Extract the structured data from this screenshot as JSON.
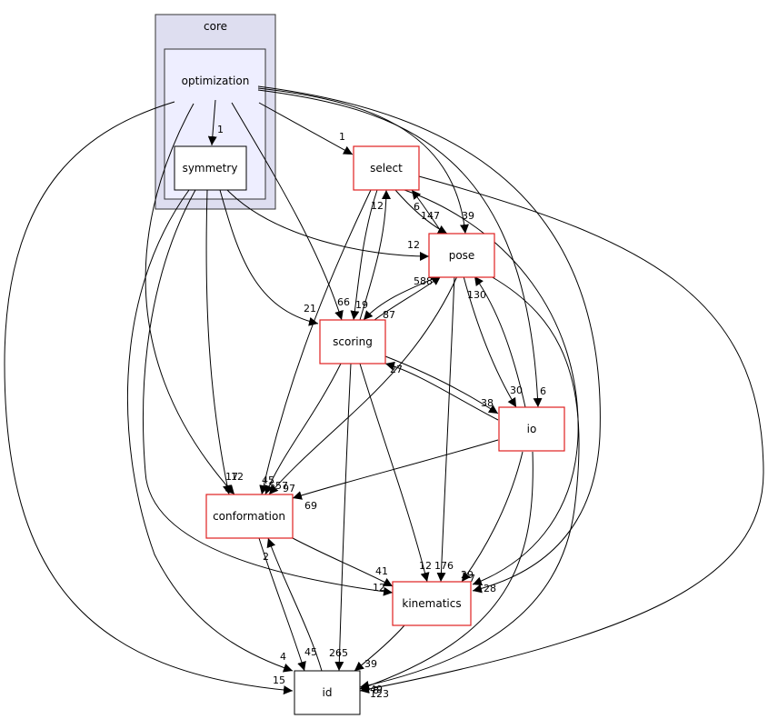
{
  "clusters": {
    "core": {
      "label": "core",
      "fill": "#dedef0",
      "stroke": "#333333"
    },
    "optimization": {
      "label": "optimization",
      "fill": "#eeeeff",
      "stroke": "#333333"
    }
  },
  "nodes": {
    "symmetry": {
      "label": "symmetry",
      "border": "black"
    },
    "select": {
      "label": "select",
      "border": "red"
    },
    "pose": {
      "label": "pose",
      "border": "red"
    },
    "scoring": {
      "label": "scoring",
      "border": "red"
    },
    "io": {
      "label": "io",
      "border": "red"
    },
    "conformation": {
      "label": "conformation",
      "border": "red"
    },
    "kinematics": {
      "label": "kinematics",
      "border": "red"
    },
    "id": {
      "label": "id",
      "border": "black"
    }
  },
  "edges": [
    {
      "id": "opt-symmetry",
      "from": "optimization",
      "to": "symmetry",
      "label": "1"
    },
    {
      "id": "opt-select",
      "from": "optimization",
      "to": "select",
      "label": "1"
    },
    {
      "id": "opt-pose",
      "from": "optimization",
      "to": "pose",
      "label": "39"
    },
    {
      "id": "opt-io",
      "from": "optimization",
      "to": "io",
      "label": "6"
    },
    {
      "id": "opt-scoring",
      "from": "optimization",
      "to": "scoring",
      "label": "66"
    },
    {
      "id": "opt-conformation",
      "from": "optimization",
      "to": "conformation",
      "label": "17"
    },
    {
      "id": "opt-kinematics",
      "from": "optimization",
      "to": "kinematics",
      "label": "28"
    },
    {
      "id": "opt-id",
      "from": "optimization",
      "to": "id",
      "label": "15"
    },
    {
      "id": "sym-pose",
      "from": "symmetry",
      "to": "pose",
      "label": "12"
    },
    {
      "id": "sym-scoring",
      "from": "symmetry",
      "to": "scoring",
      "label": "21"
    },
    {
      "id": "sym-conformation",
      "from": "symmetry",
      "to": "conformation",
      "label": "12"
    },
    {
      "id": "sym-kinematics",
      "from": "symmetry",
      "to": "kinematics",
      "label": "12"
    },
    {
      "id": "sym-id",
      "from": "symmetry",
      "to": "id",
      "label": "4"
    },
    {
      "id": "select-pose",
      "from": "select",
      "to": "pose",
      "label": "147"
    },
    {
      "id": "pose-select",
      "from": "pose",
      "to": "select",
      "label": "6"
    },
    {
      "id": "select-scoring",
      "from": "select",
      "to": "scoring",
      "label": "19"
    },
    {
      "id": "scoring-select",
      "from": "scoring",
      "to": "select",
      "label": "12"
    },
    {
      "id": "select-conformation",
      "from": "select",
      "to": "conformation",
      "label": "45"
    },
    {
      "id": "select-kinematics",
      "from": "select",
      "to": "kinematics",
      "label": "7"
    },
    {
      "id": "select-id",
      "from": "select",
      "to": "id",
      "label": "123"
    },
    {
      "id": "pose-scoring",
      "from": "pose",
      "to": "scoring",
      "label": "87"
    },
    {
      "id": "scoring-pose",
      "from": "scoring",
      "to": "pose",
      "label": "588"
    },
    {
      "id": "pose-io",
      "from": "pose",
      "to": "io",
      "label": "30"
    },
    {
      "id": "io-pose",
      "from": "io",
      "to": "pose",
      "label": "130"
    },
    {
      "id": "pose-conformation",
      "from": "pose",
      "to": "conformation",
      "label": "97"
    },
    {
      "id": "pose-kinematics",
      "from": "pose",
      "to": "kinematics",
      "label": "176"
    },
    {
      "id": "pose-id",
      "from": "pose",
      "to": "id",
      "label": "49"
    },
    {
      "id": "scoring-io",
      "from": "scoring",
      "to": "io",
      "label": "38"
    },
    {
      "id": "io-scoring",
      "from": "io",
      "to": "scoring",
      "label": "27"
    },
    {
      "id": "scoring-conformation",
      "from": "scoring",
      "to": "conformation",
      "label": "557"
    },
    {
      "id": "scoring-kinematics",
      "from": "scoring",
      "to": "kinematics",
      "label": "12"
    },
    {
      "id": "scoring-id",
      "from": "scoring",
      "to": "id",
      "label": "265"
    },
    {
      "id": "io-conformation",
      "from": "io",
      "to": "conformation",
      "label": "69"
    },
    {
      "id": "io-kinematics",
      "from": "io",
      "to": "kinematics",
      "label": "29"
    },
    {
      "id": "io-id",
      "from": "io",
      "to": "id",
      "label": "8"
    },
    {
      "id": "conformation-kinematics",
      "from": "conformation",
      "to": "kinematics",
      "label": "41"
    },
    {
      "id": "conformation-id",
      "from": "conformation",
      "to": "id",
      "label": "45"
    },
    {
      "id": "id-conformation",
      "from": "id",
      "to": "conformation",
      "label": "2"
    },
    {
      "id": "kinematics-id",
      "from": "kinematics",
      "to": "id",
      "label": "39"
    }
  ]
}
